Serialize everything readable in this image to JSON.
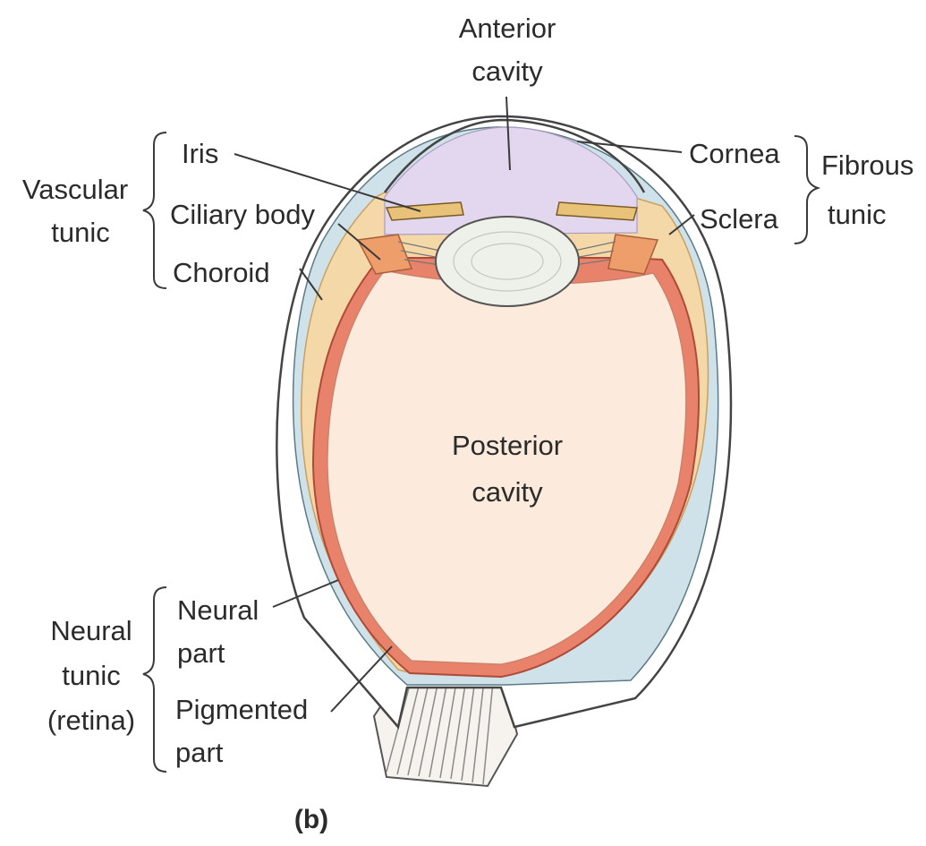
{
  "labels": {
    "anterior_cavity_1": "Anterior",
    "anterior_cavity_2": "cavity",
    "iris": "Iris",
    "ciliary_body": "Ciliary body",
    "choroid": "Choroid",
    "vascular_1": "Vascular",
    "vascular_2": "tunic",
    "cornea": "Cornea",
    "sclera": "Sclera",
    "fibrous_1": "Fibrous",
    "fibrous_2": "tunic",
    "posterior_cavity_1": "Posterior",
    "posterior_cavity_2": "cavity",
    "neural_part_1": "Neural",
    "neural_part_2": "part",
    "pigmented_part_1": "Pigmented",
    "pigmented_part_2": "part",
    "neural_tunic_1": "Neural",
    "neural_tunic_2": "tunic",
    "neural_tunic_3": "(retina)",
    "panel": "(b)"
  },
  "colors": {
    "vitreous": "#fcebdc",
    "anterior_cavity": "#e3d7ef",
    "retina": "#e8826a",
    "choroid_layer": "#f4d8a8",
    "ciliary": "#ee9e6a",
    "lens": "#eef0ea"
  }
}
